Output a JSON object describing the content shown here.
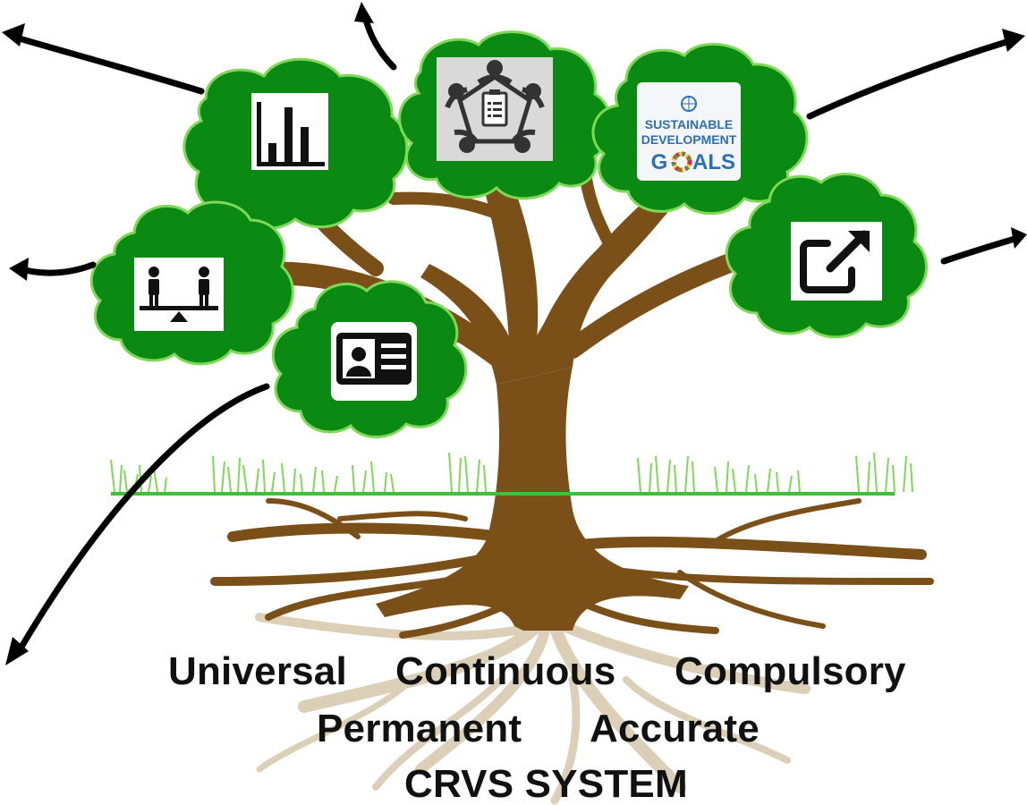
{
  "diagram": {
    "qualities_row1": [
      "Universal",
      "Continuous",
      "Compulsory"
    ],
    "qualities_row2": [
      "Permanent",
      "Accurate"
    ],
    "system_label": "CRVS SYSTEM",
    "sdg_badge": {
      "line1": "SUSTAINABLE",
      "line2": "DEVELOPMENT",
      "line3_prefix": "G",
      "line3_suffix": "ALS"
    },
    "icons": [
      "bar-chart-icon",
      "meeting-table-icon",
      "sdg-logo-icon",
      "equality-scale-icon",
      "external-link-icon",
      "id-card-icon"
    ],
    "colors": {
      "foliage": "#0a8a12",
      "foliage_light": "#7ed957",
      "trunk": "#7a5018",
      "roots_faded": "#d8c9b0",
      "grass": "#3fbf3a",
      "arrows": "#000000",
      "sdg_blue": "#2b6fb8"
    }
  }
}
